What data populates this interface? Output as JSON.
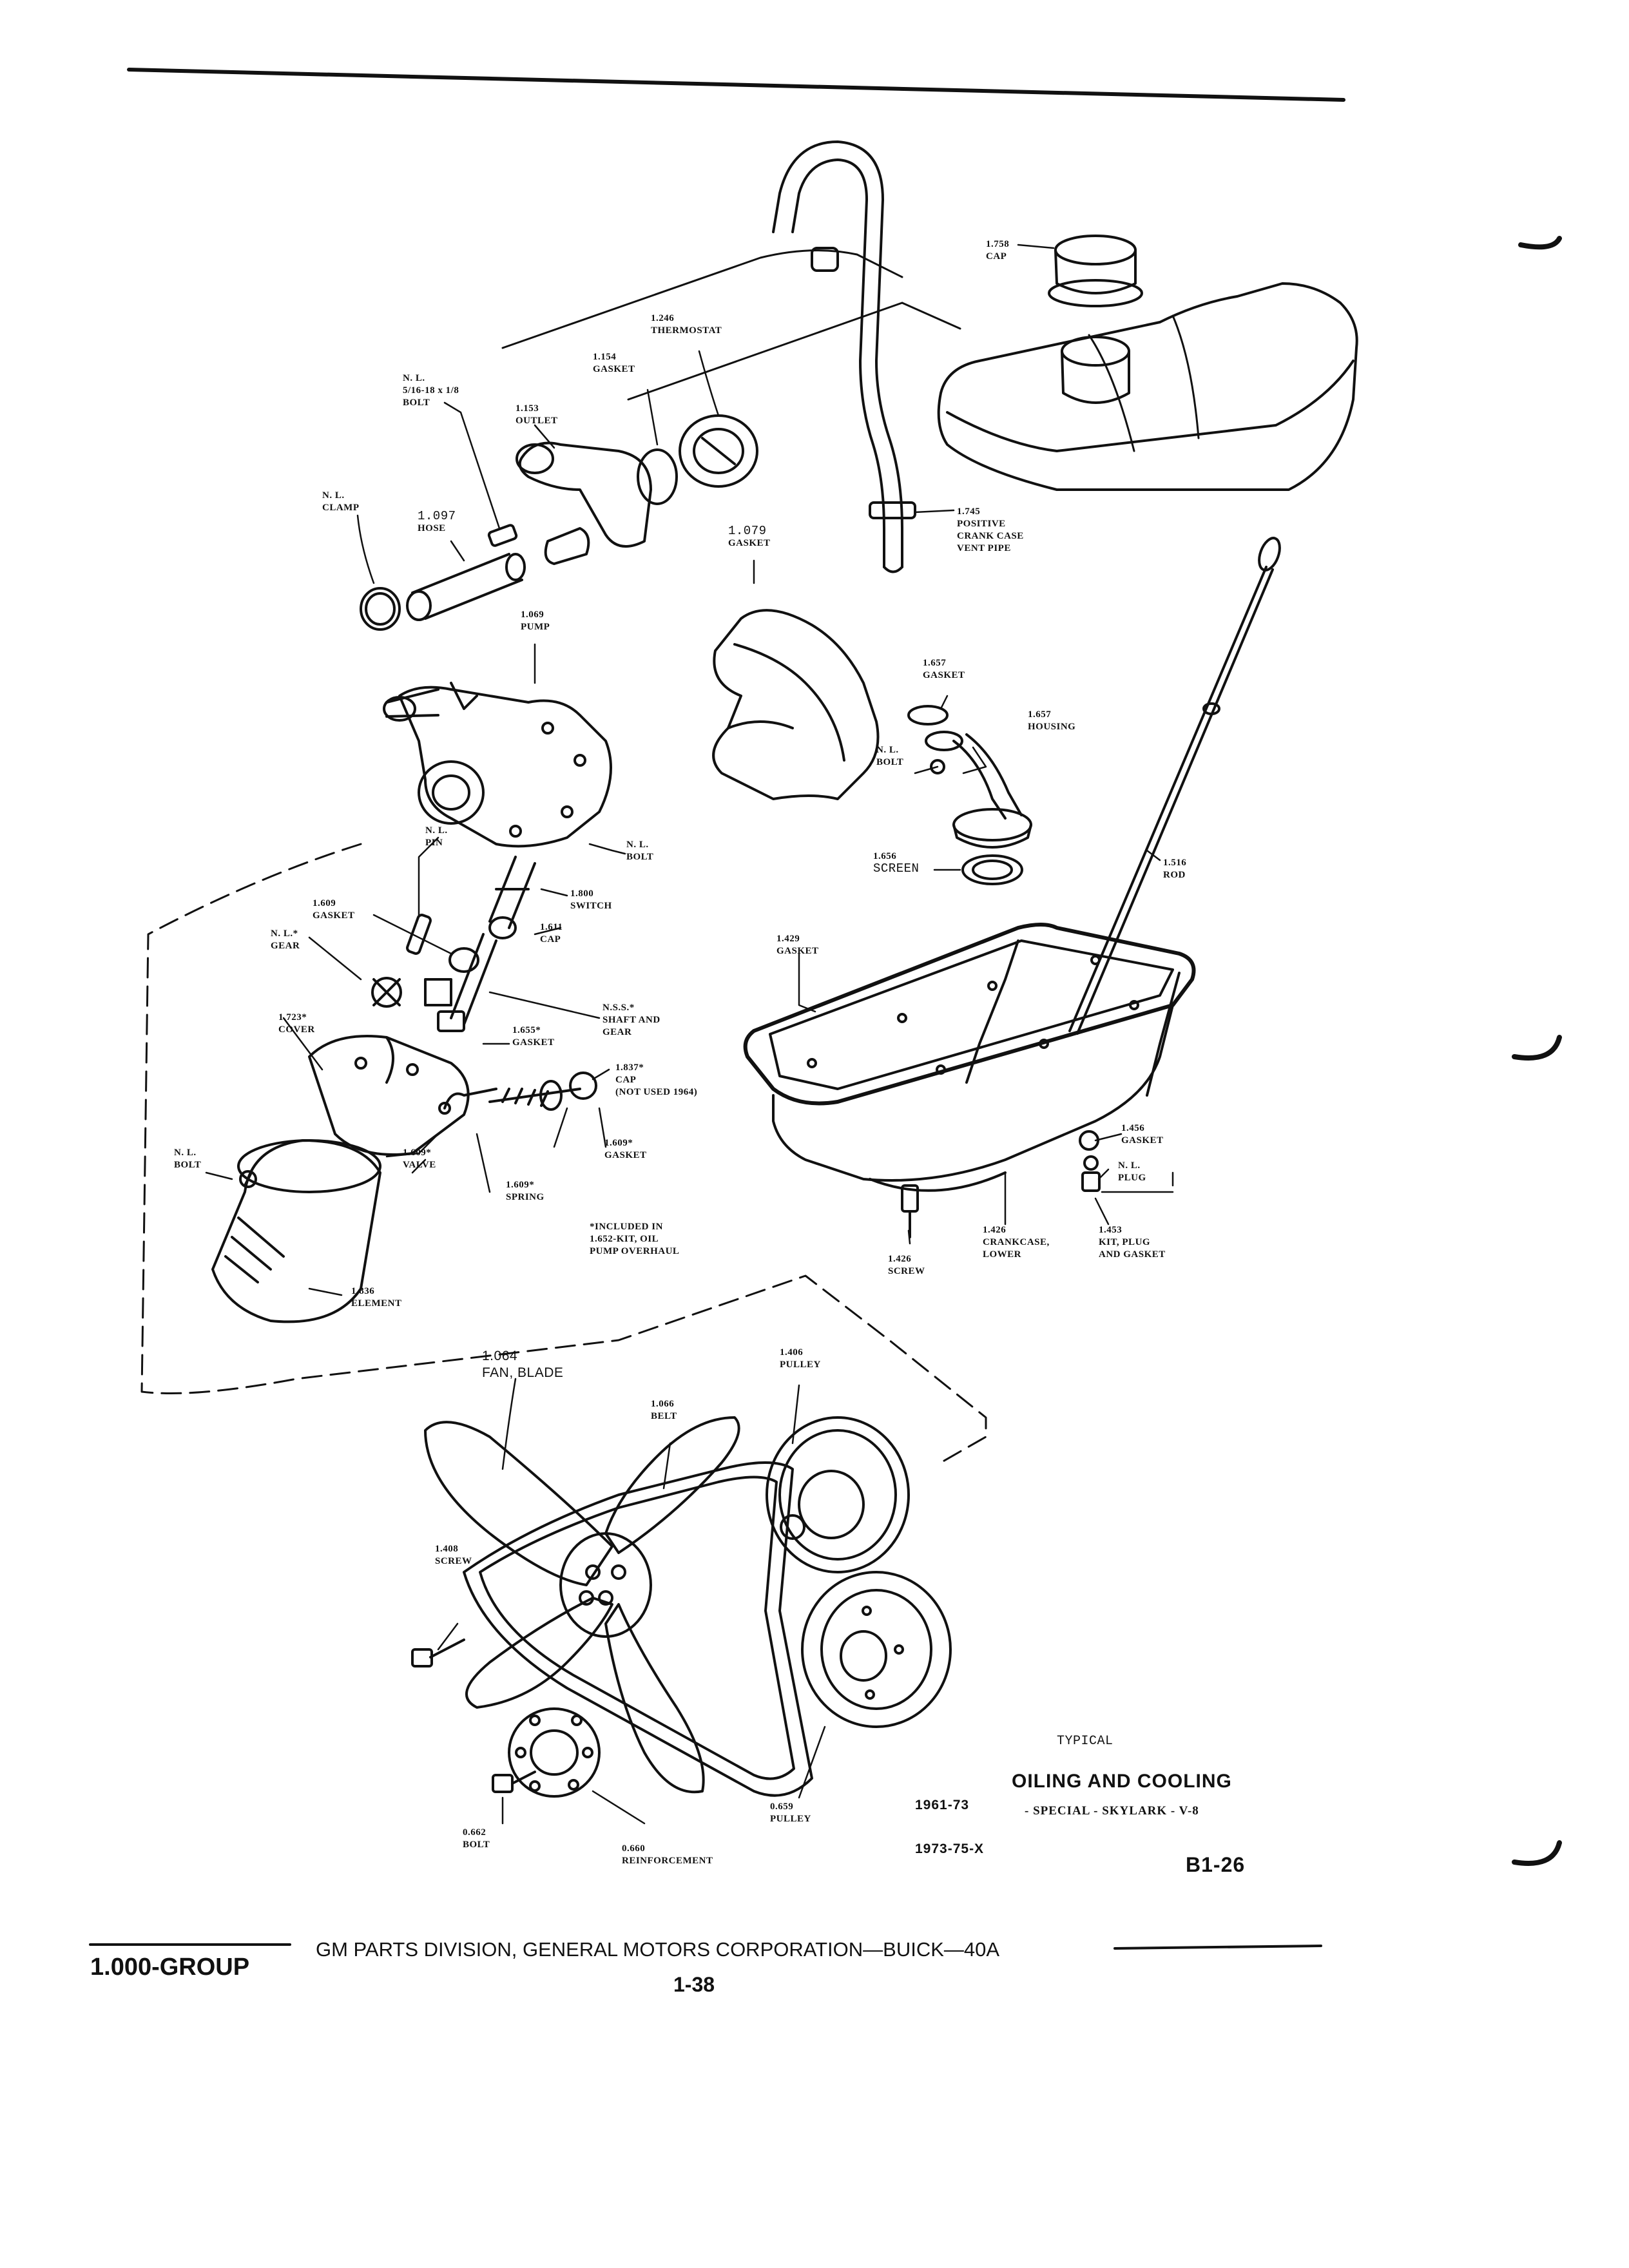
{
  "labels": {
    "cap_top": [
      "1.758",
      "CAP"
    ],
    "thermostat": [
      "1.246",
      "THERMOSTAT"
    ],
    "gasket_154": [
      "1.154",
      "GASKET"
    ],
    "bolt_nl": [
      "N. L.",
      "5/16-18 x 1/8",
      "BOLT"
    ],
    "outlet": [
      "1.153",
      "OUTLET"
    ],
    "clamp": [
      "N. L.",
      "CLAMP"
    ],
    "hose": [
      "1.097",
      "HOSE"
    ],
    "pcv_pipe": [
      "1.745",
      "POSITIVE",
      "CRANK CASE",
      "VENT PIPE"
    ],
    "gasket_079": [
      "1.079",
      "GASKET"
    ],
    "pump": [
      "1.069",
      "PUMP"
    ],
    "gasket_657": [
      "1.657",
      "GASKET"
    ],
    "housing_bolt": [
      "N. L.",
      "BOLT"
    ],
    "housing": [
      "1.657",
      "HOUSING"
    ],
    "screen": [
      "1.656",
      "SCREEN"
    ],
    "rod": [
      "1.516",
      "ROD"
    ],
    "pin": [
      "N. L.",
      "PIN"
    ],
    "pump_bolt": [
      "N. L.",
      "BOLT"
    ],
    "switch": [
      "1.800",
      "SWITCH"
    ],
    "gasket_609": [
      "1.609",
      "GASKET"
    ],
    "gear": [
      "N. L.*",
      "GEAR"
    ],
    "cap_611": [
      "1.611",
      "CAP"
    ],
    "pan_gasket": [
      "1.429",
      "GASKET"
    ],
    "shaft": [
      "N.S.S.*",
      "SHAFT AND",
      "GEAR"
    ],
    "cover": [
      "1.723*",
      "COVER"
    ],
    "gasket_655": [
      "1.655*",
      "GASKET"
    ],
    "cap_837": [
      "1.837*",
      "CAP",
      "(NOT USED 1964)"
    ],
    "gasket_456": [
      "1.456",
      "GASKET"
    ],
    "plug": [
      "N. L.",
      "PLUG"
    ],
    "bolt_left": [
      "N. L.",
      "BOLT"
    ],
    "valve": [
      "1.609*",
      "VALVE"
    ],
    "gasket_609b": [
      "1.609*",
      "GASKET"
    ],
    "spring": [
      "1.609*",
      "SPRING"
    ],
    "included": [
      "*INCLUDED IN",
      "1.652-KIT, OIL",
      "PUMP OVERHAUL"
    ],
    "screw_426": [
      "1.426",
      "SCREW"
    ],
    "crankcase": [
      "1.426",
      "CRANKCASE,",
      "LOWER"
    ],
    "kit_plug": [
      "1.453",
      "KIT, PLUG",
      "AND GASKET"
    ],
    "element": [
      "1.836",
      "ELEMENT"
    ],
    "fan": [
      "1.064",
      "FAN, BLADE"
    ],
    "pulley_406": [
      "1.406",
      "PULLEY"
    ],
    "belt": [
      "1.066",
      "BELT"
    ],
    "screw_408": [
      "1.408",
      "SCREW"
    ],
    "pulley_659": [
      "0.659",
      "PULLEY"
    ],
    "bolt_662": [
      "0.662",
      "BOLT"
    ],
    "reinforcement": [
      "0.660",
      "REINFORCEMENT"
    ]
  },
  "caption": {
    "typical": "TYPICAL",
    "title": "OILING AND COOLING",
    "years": "1961-73",
    "models": "- SPECIAL - SKYLARK - V-8",
    "years2": "1973-75-X",
    "code": "B1-26"
  },
  "footer": {
    "group": "1.000-GROUP",
    "division": "GM PARTS DIVISION, GENERAL MOTORS CORPORATION—BUICK—40A",
    "page": "1-38"
  }
}
